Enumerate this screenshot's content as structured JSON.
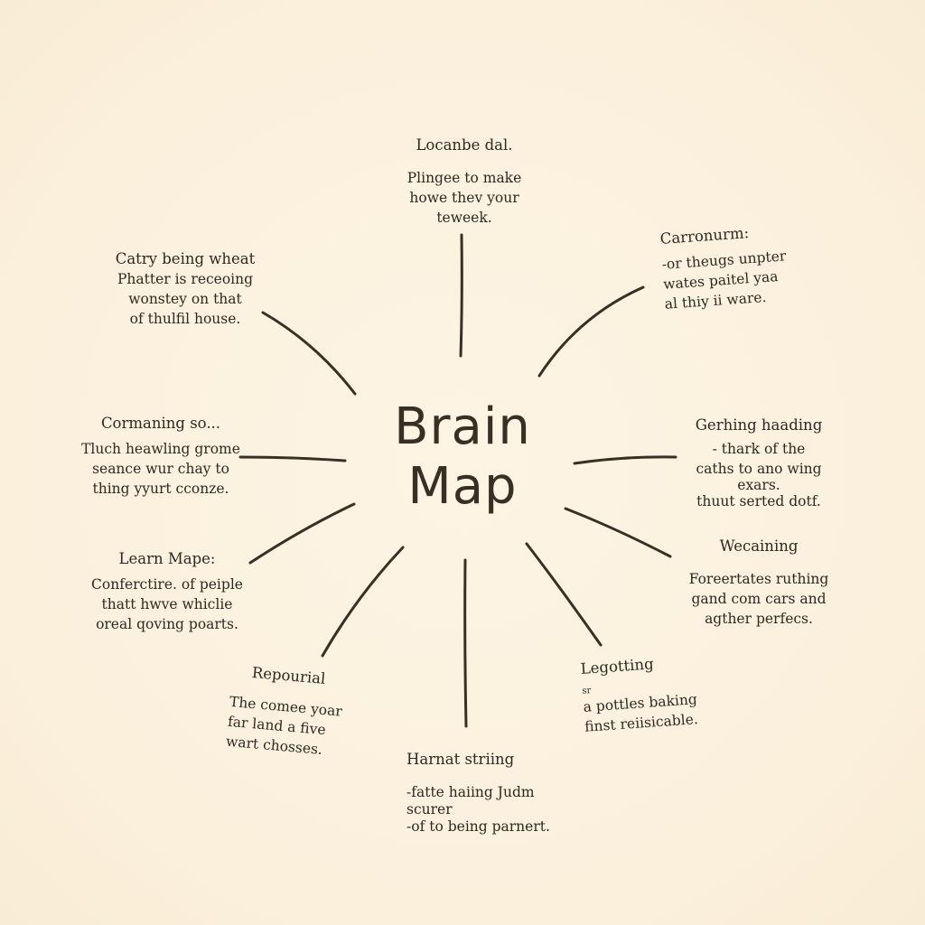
{
  "title": {
    "line1": "Brain",
    "line2": "Map"
  },
  "nodes": [
    {
      "id": "top",
      "heading": "Locanbe dal.",
      "lines": [
        "Plingee to make",
        "howe thev your",
        "teweek."
      ]
    },
    {
      "id": "top-right",
      "heading": "Carronurm:",
      "lines": [
        "-or theugs unpter",
        "wates paitel yaa",
        "al thiy ii ware."
      ]
    },
    {
      "id": "right-upper",
      "heading": "Gerhing haading",
      "lines": [
        "- thark of the",
        "caths to ano wing",
        "exars.",
        "thuut serted dotf."
      ]
    },
    {
      "id": "right-lower",
      "heading": "Wecaining",
      "lines": [
        "Foreertates ruthing",
        "gand com cars and",
        "agther perfecs."
      ]
    },
    {
      "id": "bottom-right",
      "heading": "Legotting",
      "lines": [
        "sr",
        "a pottles baking",
        "finst reiisicable."
      ]
    },
    {
      "id": "bottom",
      "heading": "Harnat striing",
      "lines": [
        "-fatte haiing Judm",
        "scurer",
        "-of to being parnert."
      ]
    },
    {
      "id": "bottom-left",
      "heading": "Repourial",
      "lines": [
        "The comee yoar",
        "far land a five",
        "wart chosses."
      ]
    },
    {
      "id": "left-lower",
      "heading": "Learn Mape:",
      "lines": [
        "Conferctire. of peiple",
        "thatt hwve whiclie",
        "oreal qoving poarts."
      ]
    },
    {
      "id": "left-middle",
      "heading": "Cormaning so...",
      "lines": [
        "Tluch heawling grome",
        "seance wur chay to",
        "thing yyurt cconze."
      ]
    },
    {
      "id": "top-left",
      "heading": "Catry being wheat",
      "lines": [
        "Phatter is receoing",
        "wonstey on that",
        "of thulfil house."
      ]
    }
  ]
}
